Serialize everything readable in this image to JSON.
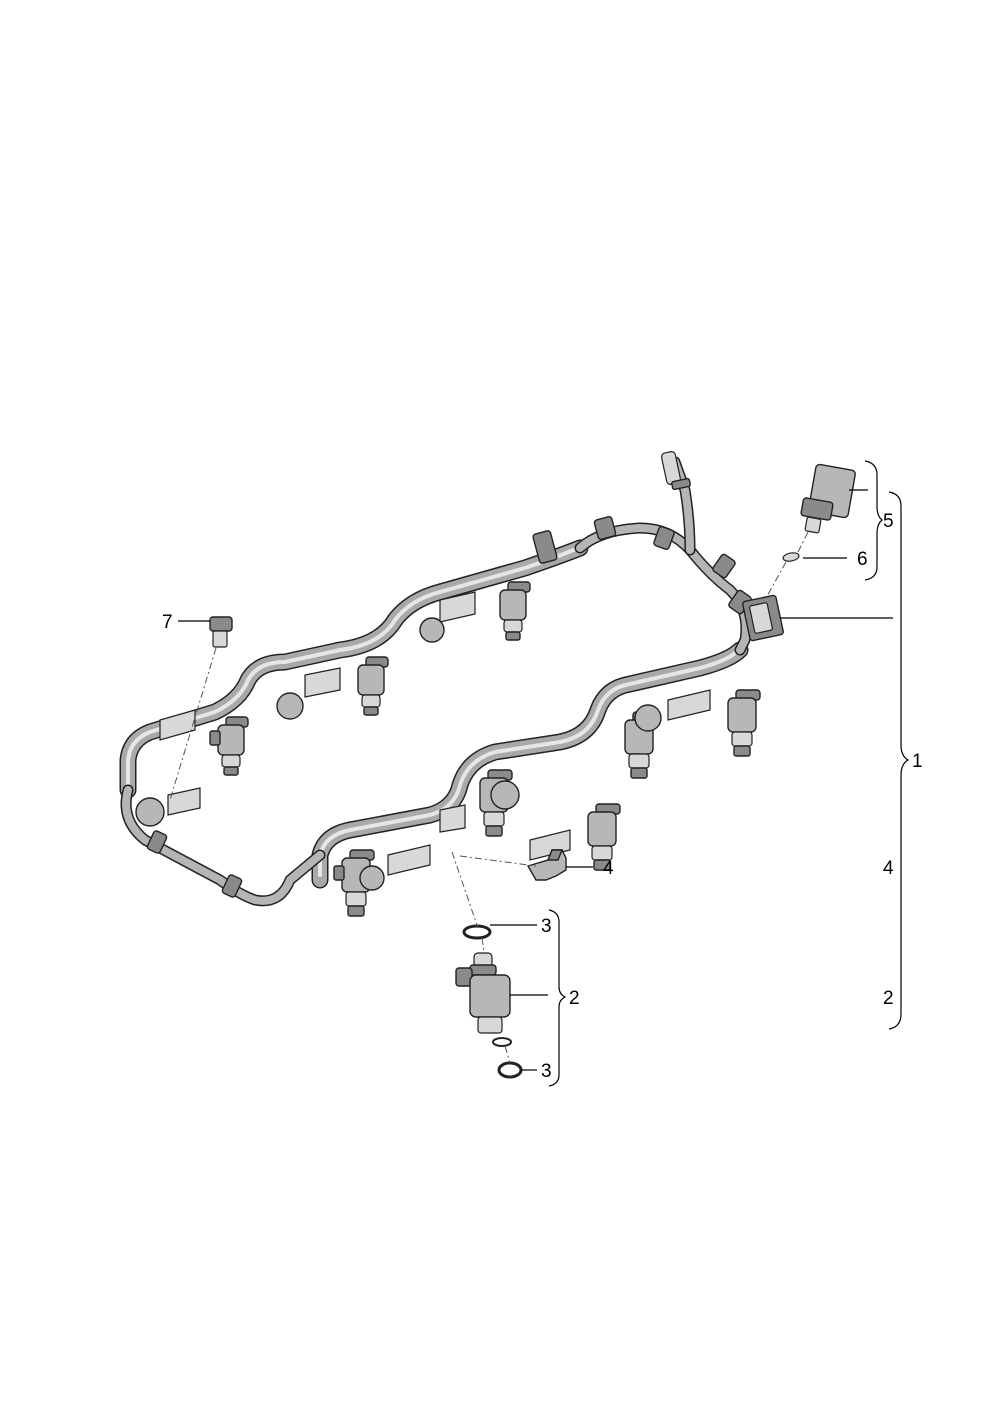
{
  "callouts": {
    "c1": "1",
    "c2_group": "2",
    "c2_right": "2",
    "c3_top": "3",
    "c3_bottom": "3",
    "c4_part": "4",
    "c4_right": "4",
    "c5": "5",
    "c6": "6",
    "c7": "7"
  },
  "colors": {
    "line": "#000000",
    "part_fill": "#b7b7b7",
    "part_dark": "#8a8a8a",
    "background": "#ffffff"
  }
}
